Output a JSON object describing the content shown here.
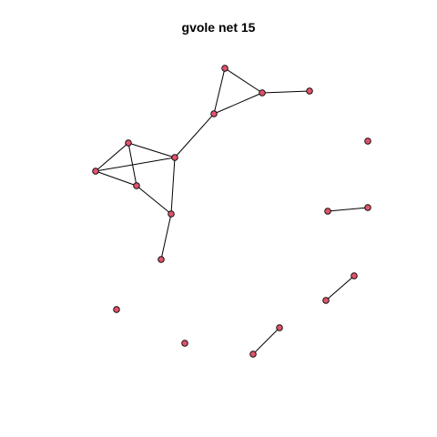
{
  "title": "gvole net 15",
  "colors": {
    "node_fill": "#df536b",
    "node_stroke": "#000000",
    "edge": "#000000",
    "background": "#ffffff"
  },
  "nodes": [
    {
      "id": "n1"
    },
    {
      "id": "n2"
    },
    {
      "id": "n3"
    },
    {
      "id": "n4"
    },
    {
      "id": "n5"
    },
    {
      "id": "n6"
    },
    {
      "id": "n7"
    },
    {
      "id": "n8"
    },
    {
      "id": "n9"
    },
    {
      "id": "n10"
    },
    {
      "id": "n11"
    },
    {
      "id": "n12"
    },
    {
      "id": "n13"
    },
    {
      "id": "n14"
    },
    {
      "id": "n15"
    },
    {
      "id": "n16"
    },
    {
      "id": "n17"
    },
    {
      "id": "n18"
    },
    {
      "id": "n19"
    }
  ],
  "edges": [
    [
      "n1",
      "n2"
    ],
    [
      "n1",
      "n3"
    ],
    [
      "n2",
      "n3"
    ],
    [
      "n2",
      "n4"
    ],
    [
      "n3",
      "n5"
    ],
    [
      "n5",
      "n6"
    ],
    [
      "n5",
      "n7"
    ],
    [
      "n6",
      "n7"
    ],
    [
      "n6",
      "n8"
    ],
    [
      "n7",
      "n8"
    ],
    [
      "n5",
      "n9"
    ],
    [
      "n8",
      "n9"
    ],
    [
      "n9",
      "n10"
    ],
    [
      "n12",
      "n13"
    ],
    [
      "n14",
      "n15"
    ],
    [
      "n17",
      "n18"
    ]
  ]
}
